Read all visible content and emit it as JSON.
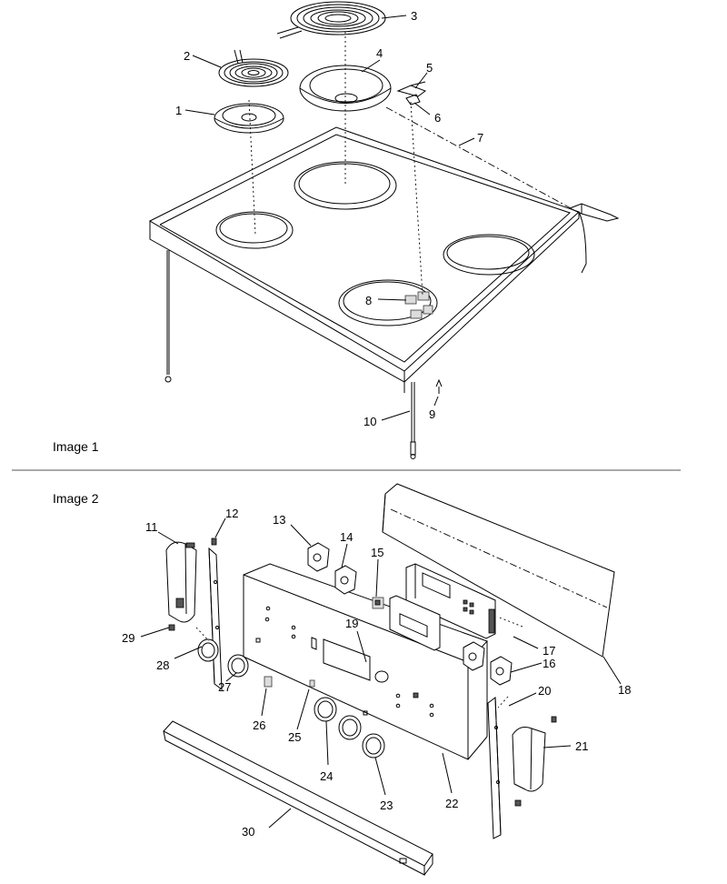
{
  "captions": {
    "image1": "Image 1",
    "image2": "Image 2"
  },
  "callouts": {
    "n1": "1",
    "n2": "2",
    "n3": "3",
    "n4": "4",
    "n5": "5",
    "n6": "6",
    "n7": "7",
    "n8": "8",
    "n9": "9",
    "n10": "10",
    "n11": "11",
    "n12": "12",
    "n13": "13",
    "n14": "14",
    "n15": "15",
    "n16": "16",
    "n17": "17",
    "n18": "18",
    "n19": "19",
    "n20": "20",
    "n21": "21",
    "n22": "22",
    "n23": "23",
    "n24": "24",
    "n25": "25",
    "n26": "26",
    "n27": "27",
    "n28": "28",
    "n29": "29",
    "n30": "30"
  },
  "colors": {
    "line": "#000000",
    "background": "#ffffff",
    "separator": "#555555"
  }
}
